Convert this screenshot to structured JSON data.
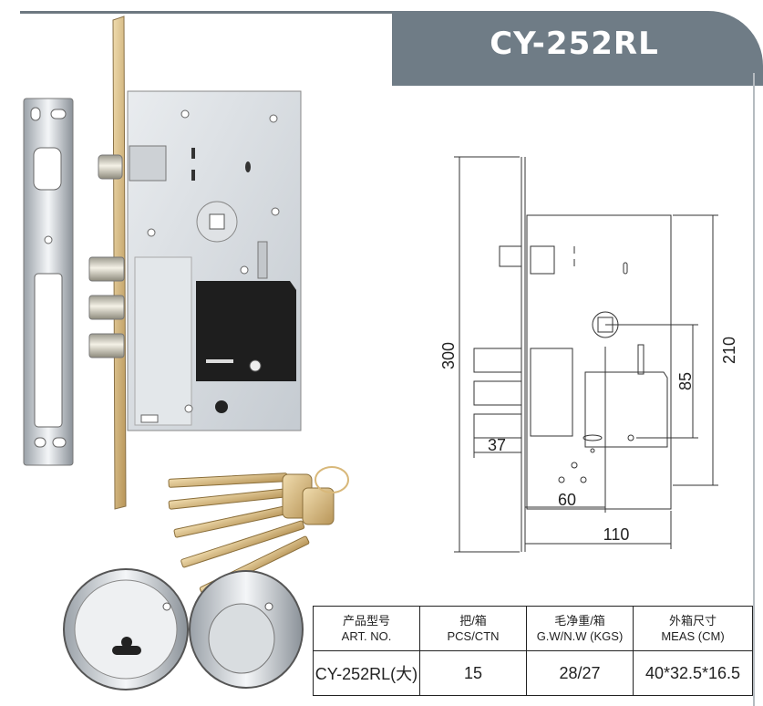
{
  "title": "CY-252RL",
  "dimensions": {
    "height_total": "300",
    "height_body": "210",
    "spindle_to_key": "85",
    "backset_bolt": "37",
    "backset": "60",
    "width": "110"
  },
  "table": {
    "headers": [
      {
        "cn": "产品型号",
        "en": "ART. NO."
      },
      {
        "cn": "把/箱",
        "en": "PCS/CTN"
      },
      {
        "cn": "毛净重/箱",
        "en": "G.W/N.W (KGS)"
      },
      {
        "cn": "外箱尺寸",
        "en": "MEAS (CM)"
      }
    ],
    "row": [
      "CY-252RL(大)",
      "15",
      "28/27",
      "40*32.5*16.5"
    ]
  },
  "colors": {
    "tab": "#6f7c86",
    "lock_body": "#d9dde1",
    "faceplate": "#e6d3b4",
    "black_plate": "#1e1e1e",
    "brass": "#d8b87a"
  },
  "icons": [
    "lock-body-photo",
    "strike-plate-photo",
    "keys-photo",
    "escutcheon-photo",
    "technical-drawing"
  ]
}
